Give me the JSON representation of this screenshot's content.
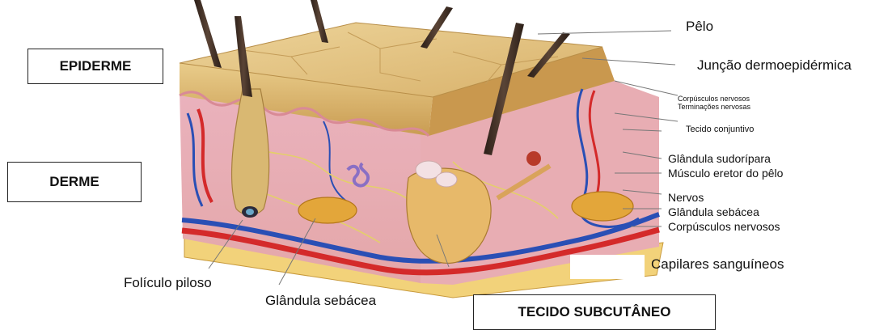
{
  "boxes": {
    "epiderme": "EPIDERME",
    "derme": "DERME",
    "subcutaneo": "TECIDO SUBCUTÂNEO"
  },
  "labels": {
    "pelo": "Pêlo",
    "juncao": "Junção dermoepidérmica",
    "corpusculos_small": "Corpúsculos nervosos",
    "terminacoes": "Terminações nervosas",
    "tecido_conjuntivo": "Tecido conjuntivo",
    "glandula_sudoripara": "Glândula sudorípara",
    "musculo_eretor": "Músculo eretor do pêlo",
    "nervos": "Nervos",
    "glandula_sebacea_right": "Glândula sebácea",
    "corpusculos_right": "Corpúsculos nervosos",
    "capilares": "Capilares sanguíneos",
    "foliculo": "Folículo piloso",
    "glandula_sebacea_bottom": "Glândula sebácea"
  },
  "colors": {
    "epidermis": "#d8b36b",
    "dermis": "#e9b3b8",
    "subcutaneous": "#f2d27a",
    "artery": "#d42a2a",
    "vein": "#2a4fb5",
    "hair": "#3a2a22"
  }
}
